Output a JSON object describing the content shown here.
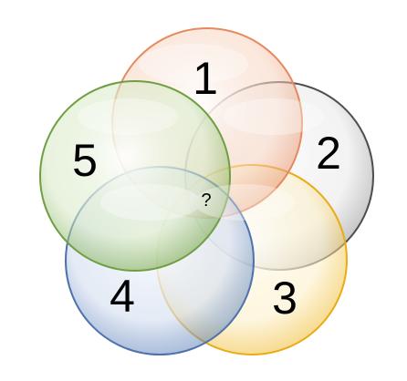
{
  "circles": [
    {
      "id": "1",
      "label": "1",
      "stroke": "#e8956e",
      "fill": "#f5c6ab"
    },
    {
      "id": "2",
      "label": "2",
      "stroke": "#5e5e5e",
      "fill": "#d9d9d9"
    },
    {
      "id": "3",
      "label": "3",
      "stroke": "#f0b92a",
      "fill": "#fbe39c"
    },
    {
      "id": "4",
      "label": "4",
      "stroke": "#5a7fb8",
      "fill": "#b8cbe8"
    },
    {
      "id": "5",
      "label": "5",
      "stroke": "#7aaa4e",
      "fill": "#bfdca2"
    }
  ],
  "center_label": "?"
}
